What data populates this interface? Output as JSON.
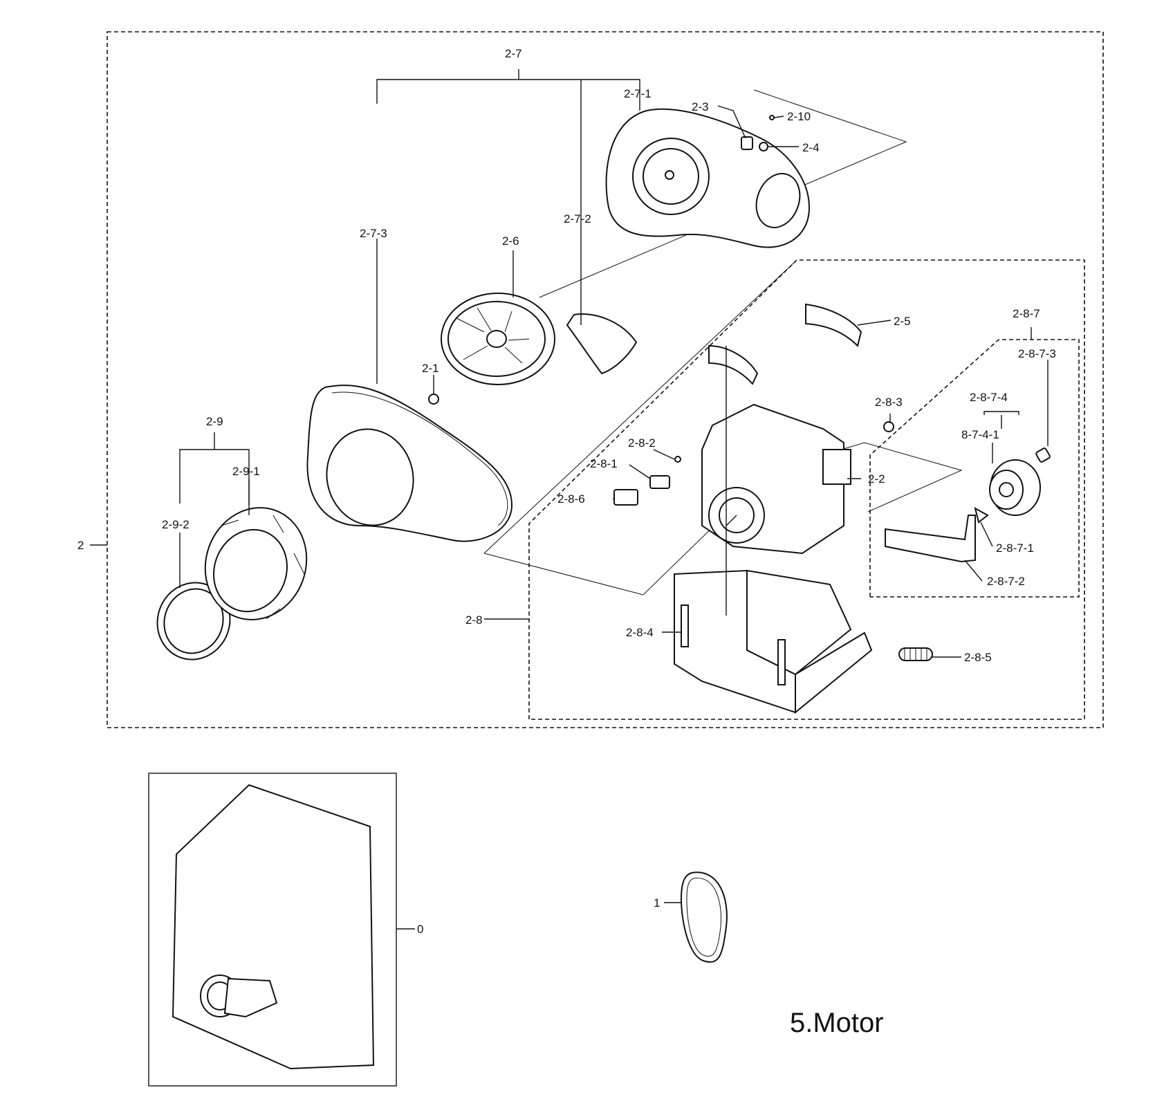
{
  "title": "5.Motor",
  "labels": {
    "assy_2": "2",
    "l_2_1": "2-1",
    "l_2_2": "2-2",
    "l_2_3": "2-3",
    "l_2_4": "2-4",
    "l_2_5": "2-5",
    "l_2_6": "2-6",
    "l_2_7": "2-7",
    "l_2_7_1": "2-7-1",
    "l_2_7_2": "2-7-2",
    "l_2_7_3": "2-7-3",
    "l_2_8": "2-8",
    "l_2_8_1": "2-8-1",
    "l_2_8_2": "2-8-2",
    "l_2_8_3": "2-8-3",
    "l_2_8_4": "2-8-4",
    "l_2_8_5": "2-8-5",
    "l_2_8_6": "2-8-6",
    "l_2_8_7": "2-8-7",
    "l_2_8_7_1": "2-8-7-1",
    "l_2_8_7_2": "2-8-7-2",
    "l_2_8_7_3": "2-8-7-3",
    "l_2_8_7_4": "2-8-7-4",
    "l_8_7_4_1": "8-7-4-1",
    "l_2_9": "2-9",
    "l_2_9_1": "2-9-1",
    "l_2_9_2": "2-9-2",
    "l_2_10": "2-10",
    "l_0": "0",
    "l_1": "1"
  },
  "icons": [
    "blower-housing-icon",
    "blower-wheel-icon",
    "motor-icon",
    "motor-bracket-icon",
    "belt-icon",
    "idler-pulley-icon",
    "spring-icon",
    "gasket-ring-icon",
    "duct-cover-icon",
    "assembly-package-icon"
  ]
}
